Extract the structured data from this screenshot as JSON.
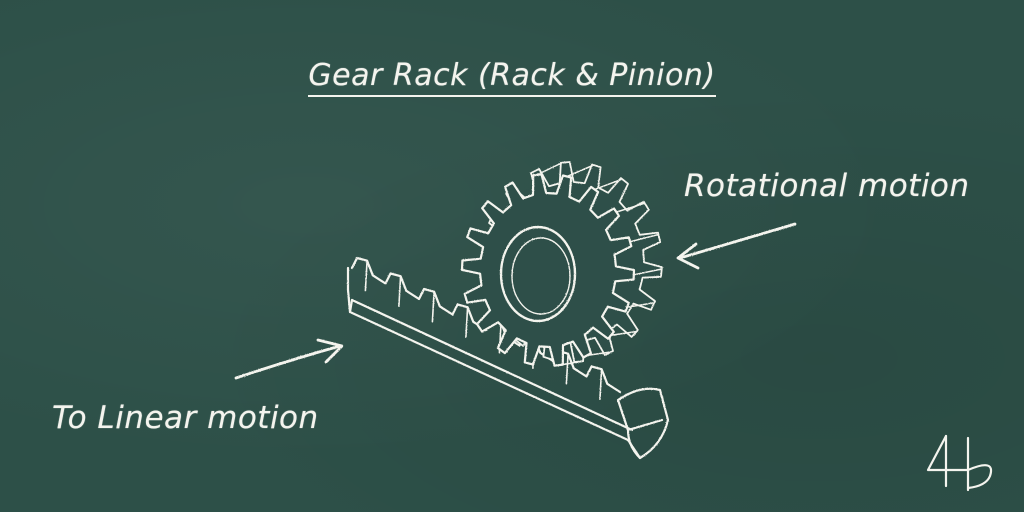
{
  "title": "Gear Rack (Rack & Pinion)",
  "labels": {
    "rotational": "Rotational motion",
    "linear": "To Linear motion"
  },
  "colors": {
    "background": "#2d5048",
    "chalk": "#f4f4ee"
  },
  "icons": [
    "gear-icon",
    "gear-rack-icon",
    "arrow-icon",
    "logo-icon"
  ]
}
